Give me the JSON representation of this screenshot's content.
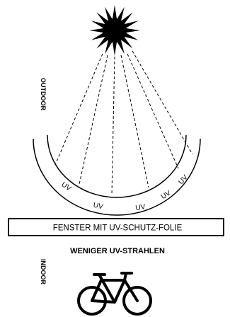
{
  "labels": {
    "outdoor": "OUTDOOR",
    "indoor": "INDOOR",
    "window": "FENSTER MIT UV-SCHUTZ-FOLIE",
    "less_uv": "WENIGER UV-STRAHLEN"
  },
  "uv_labels": [
    "UV",
    "UV",
    "UV",
    "UV",
    "UV"
  ],
  "icons": {
    "sun": "sun-icon",
    "bicycle": "bicycle-icon"
  },
  "colors": {
    "ink": "#000000",
    "background": "#ffffff"
  }
}
